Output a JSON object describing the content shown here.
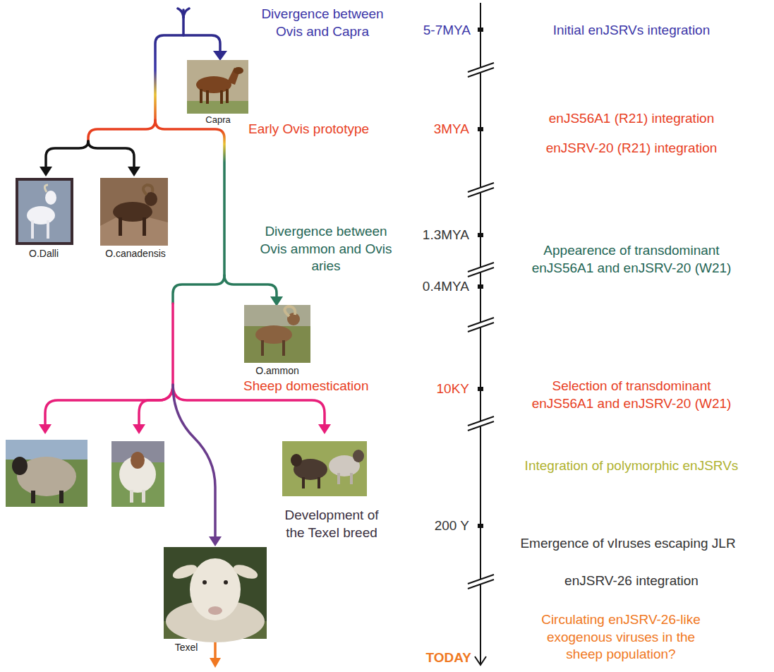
{
  "diagram": {
    "labels": [
      "Divergence between Ovis and Capra",
      "5-7MYA",
      "Initial enJSRVs integration",
      "Capra",
      "Early Ovis prototype",
      "3MYA",
      "enJS56A1 (R21) integration",
      "enJSRV-20 (R21) integration",
      "O.Dalli",
      "O.canadensis",
      "Divergence between Ovis ammon and Ovis aries",
      "1.3MYA",
      "Appearence of transdominant enJS56A1 and enJSRV-20 (W21)",
      "0.4MYA",
      "O.ammon",
      "Sheep domestication",
      "10KY",
      "Selection of transdominant enJS56A1 and enJSRV-20 (W21)",
      "Integration of polymorphic enJSRVs",
      "Development of the Texel breed",
      "200 Y",
      "Emergence of vIruses escaping JLR",
      "enJSRV-26 integration",
      "Texel",
      "TODAY",
      "Circulating enJSRV-26-like exogenous viruses in the sheep population?"
    ]
  }
}
